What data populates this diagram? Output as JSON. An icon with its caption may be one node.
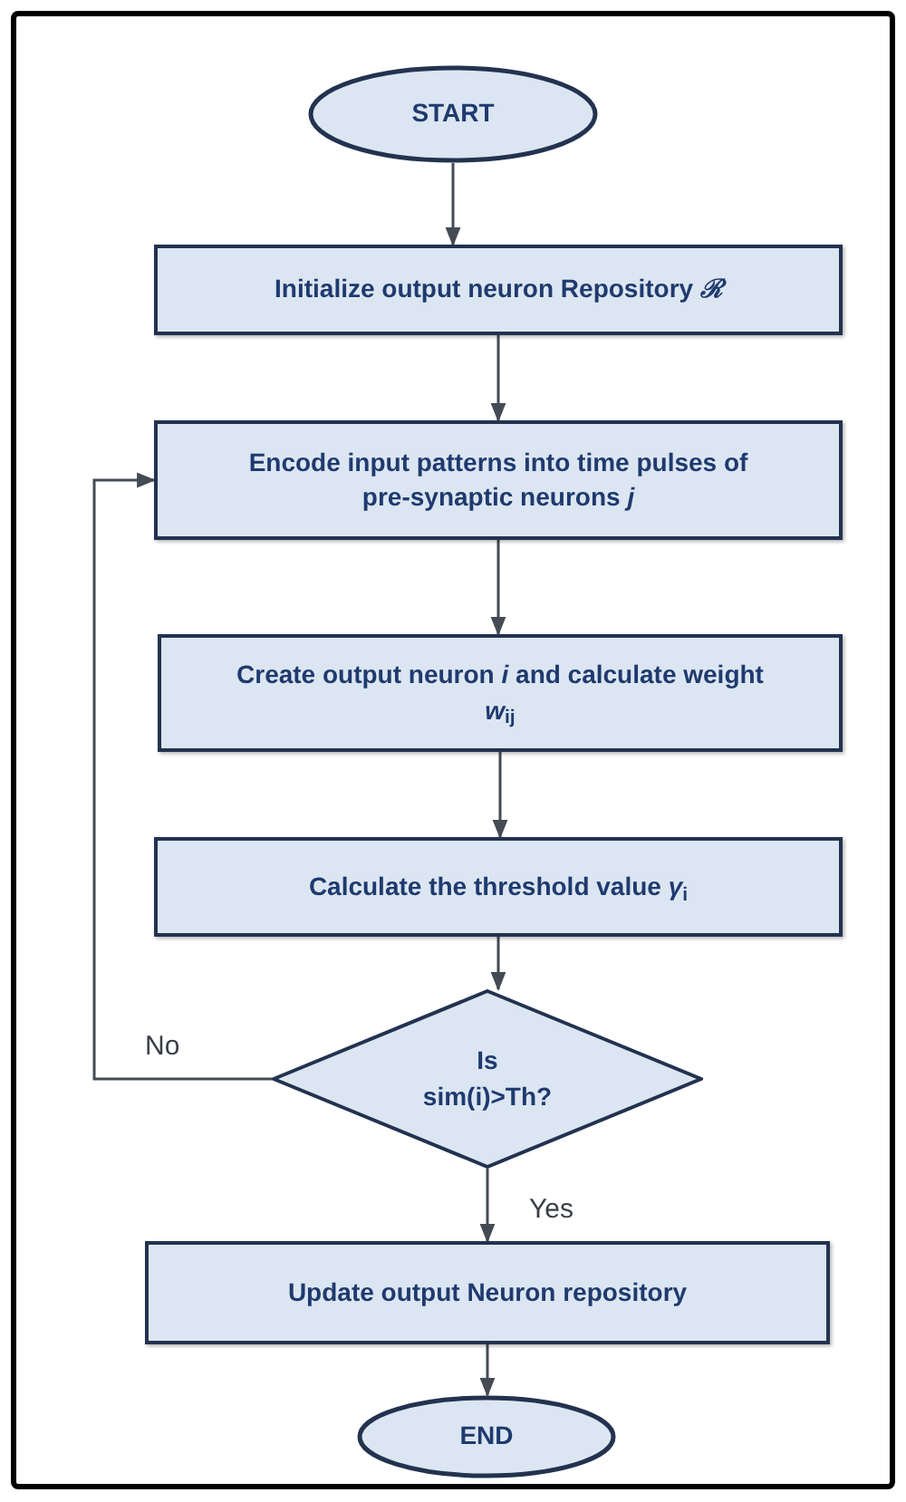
{
  "diagram": {
    "nodes": [
      {
        "text": [
          "START"
        ]
      },
      {
        "text": [
          "Initialize output neuron Repository *ℛ*"
        ]
      },
      {
        "text": [
          "Encode input patterns into time pulses of pre-synaptic neurons *j*"
        ]
      },
      {
        "text": [
          "Create output neuron *i* and calculate weight *w*$_{ij}$"
        ]
      },
      {
        "text": [
          "Calculate the threshold value *γ*$_{i}$"
        ]
      },
      {
        "text": [
          "Is sim(i)>Th?"
        ]
      },
      {
        "text": [
          "Update output Neuron repository"
        ]
      },
      {
        "text": [
          "END"
        ]
      }
    ],
    "edges": [
      {
        "from": 0,
        "to": 1,
        "arrow": "to"
      },
      {
        "from": 1,
        "to": 2,
        "arrow": "to"
      },
      {
        "from": 2,
        "to": 3,
        "arrow": "to"
      },
      {
        "from": 3,
        "to": 4,
        "arrow": "to"
      },
      {
        "from": 4,
        "to": 5,
        "arrow": "to"
      },
      {
        "from": 5,
        "to": 2,
        "arrow": "to",
        "label": "No"
      },
      {
        "from": 5,
        "to": 6,
        "arrow": "to",
        "label": "Yes"
      },
      {
        "from": 6,
        "to": 7,
        "arrow": "to"
      }
    ]
  }
}
